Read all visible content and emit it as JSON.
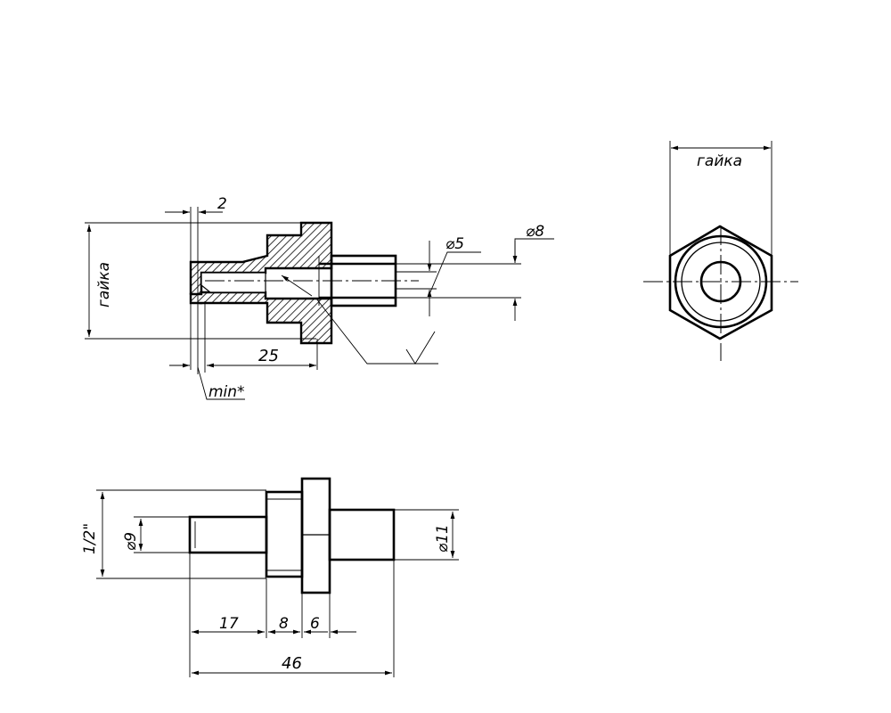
{
  "section_view": {
    "dim_2": "2",
    "dim_phi5": "⌀5",
    "dim_phi8": "⌀8",
    "dim_25": "25",
    "dim_min": "min*",
    "dim_nut": "гайка"
  },
  "end_view": {
    "dim_nut": "гайка"
  },
  "side_view": {
    "dim_half_inch": "1/2\"",
    "dim_phi9": "⌀9",
    "dim_phi11": "⌀11",
    "dim_17": "17",
    "dim_8": "8",
    "dim_6": "6",
    "dim_46": "46"
  }
}
